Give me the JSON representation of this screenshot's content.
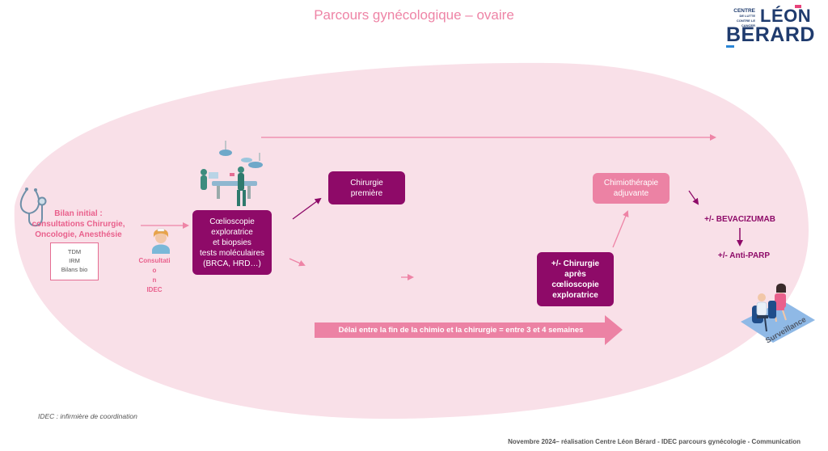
{
  "title": "Parcours gynécologique – ovaire",
  "logo": {
    "centre_line1": "CENTRE",
    "centre_line2": "DE LUTTE",
    "centre_line3": "CONTRE LE CANCER",
    "leon": "LÉON",
    "berard": "BERARD"
  },
  "bilan": {
    "line1": "Bilan initial :",
    "line2": "consultations Chirurgie,",
    "line3": "Oncologie, Anesthésie",
    "tests": [
      "TDM",
      "IRM",
      "Bilans bio"
    ]
  },
  "consultation": {
    "line1": "Consultatio",
    "line2": "n",
    "line3": "IDEC"
  },
  "coelio": [
    "Cœlioscopie",
    "exploratrice",
    "et biopsies",
    "tests moléculaires",
    "(BRCA, HRD…)"
  ],
  "chirurgie_premiere": [
    "Chirurgie",
    "première"
  ],
  "chimio_adjuvante": [
    "Chimiothérapie",
    "adjuvante"
  ],
  "chirurgie_apres": [
    "+/- Chirurgie",
    "après",
    "cœlioscopie",
    "exploratrice"
  ],
  "bevacizumab": "+/- BEVACIZUMAB",
  "anti_parp": "+/- Anti-PARP",
  "delai": "Délai entre la fin de la chimio et la chirurgie = entre 3 et 4 semaines",
  "surveillance": "Surveillance",
  "footnote": "IDEC : infirmière de coordination",
  "credits": "Novembre 2024– réalisation Centre Léon Bérard - IDEC parcours gynécologie - Communication",
  "icons": [
    "stethoscope-icon",
    "nurse-icon",
    "operating-room-icon",
    "patient-consultation-icon"
  ],
  "colors": {
    "background_ellipse": "#f9e0e8",
    "dark_box": "#8e0a68",
    "light_box": "#ec82a4",
    "pink_text": "#e9608c",
    "logo_blue": "#1f3b6e"
  }
}
